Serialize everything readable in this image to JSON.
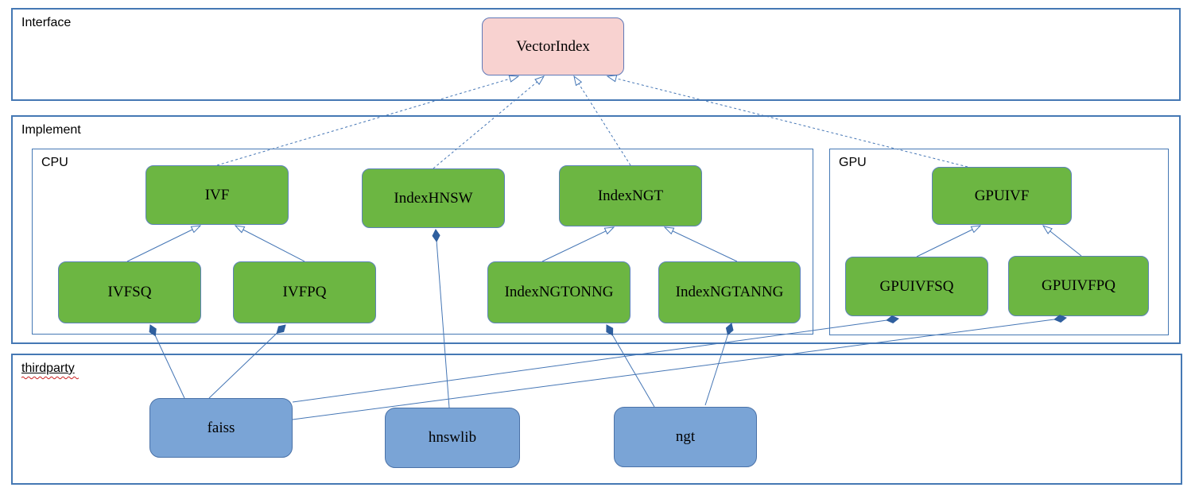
{
  "diagram": {
    "containers": {
      "interface": {
        "label": "Interface"
      },
      "implement": {
        "label": "Implement"
      },
      "cpu": {
        "label": "CPU"
      },
      "gpu": {
        "label": "GPU"
      },
      "thirdparty": {
        "label": "thirdparty",
        "spellcheck_underline": true
      }
    },
    "nodes": {
      "vectorindex": {
        "label": "VectorIndex",
        "kind": "interface"
      },
      "ivf": {
        "label": "IVF",
        "kind": "implementation"
      },
      "indexhnsw": {
        "label": "IndexHNSW",
        "kind": "implementation"
      },
      "indexngt": {
        "label": "IndexNGT",
        "kind": "implementation"
      },
      "ivfsq": {
        "label": "IVFSQ",
        "kind": "implementation"
      },
      "ivfpq": {
        "label": "IVFPQ",
        "kind": "implementation"
      },
      "indexngtonng": {
        "label": "IndexNGTONNG",
        "kind": "implementation"
      },
      "indexngtanng": {
        "label": "IndexNGTANNG",
        "kind": "implementation"
      },
      "gpuivf": {
        "label": "GPUIVF",
        "kind": "implementation"
      },
      "gpuivfsq": {
        "label": "GPUIVFSQ",
        "kind": "implementation"
      },
      "gpuivfpq": {
        "label": "GPUIVFPQ",
        "kind": "implementation"
      },
      "faiss": {
        "label": "faiss",
        "kind": "thirdparty"
      },
      "hnswlib": {
        "label": "hnswlib",
        "kind": "thirdparty"
      },
      "ngt": {
        "label": "ngt",
        "kind": "thirdparty"
      }
    },
    "edges": [
      {
        "from": "IVF",
        "to": "VectorIndex",
        "type": "realization"
      },
      {
        "from": "IndexHNSW",
        "to": "VectorIndex",
        "type": "realization"
      },
      {
        "from": "IndexNGT",
        "to": "VectorIndex",
        "type": "realization"
      },
      {
        "from": "GPUIVF",
        "to": "VectorIndex",
        "type": "realization"
      },
      {
        "from": "IVFSQ",
        "to": "IVF",
        "type": "generalization"
      },
      {
        "from": "IVFPQ",
        "to": "IVF",
        "type": "generalization"
      },
      {
        "from": "IndexNGTONNG",
        "to": "IndexNGT",
        "type": "generalization"
      },
      {
        "from": "IndexNGTANNG",
        "to": "IndexNGT",
        "type": "generalization"
      },
      {
        "from": "GPUIVFSQ",
        "to": "GPUIVF",
        "type": "generalization"
      },
      {
        "from": "GPUIVFPQ",
        "to": "GPUIVF",
        "type": "generalization"
      },
      {
        "from": "faiss",
        "to": "IVFSQ",
        "type": "composition"
      },
      {
        "from": "faiss",
        "to": "IVFPQ",
        "type": "composition"
      },
      {
        "from": "faiss",
        "to": "GPUIVFSQ",
        "type": "composition"
      },
      {
        "from": "faiss",
        "to": "GPUIVFPQ",
        "type": "composition"
      },
      {
        "from": "hnswlib",
        "to": "IndexHNSW",
        "type": "composition"
      },
      {
        "from": "ngt",
        "to": "IndexNGTONNG",
        "type": "composition"
      },
      {
        "from": "ngt",
        "to": "IndexNGTANNG",
        "type": "composition"
      }
    ],
    "colors": {
      "interface_fill": "#f8d2d0",
      "implementation_fill": "#6cb642",
      "thirdparty_fill": "#7aa4d6",
      "container_border": "#4578b4",
      "connector": "#4576b5",
      "diamond_fill": "#2f5f9e",
      "spellcheck_squiggle": "#cc2222"
    }
  }
}
